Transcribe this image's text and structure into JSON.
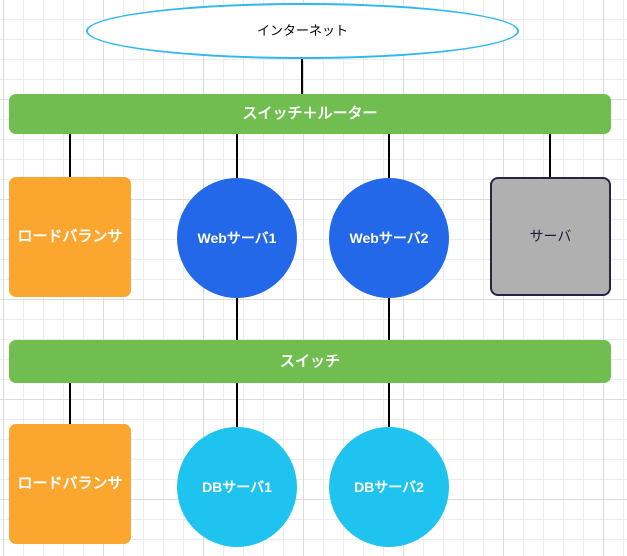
{
  "diagram": {
    "nodes": {
      "internet": {
        "label": "インターネット",
        "shape": "ellipse"
      },
      "switch_router": {
        "label": "スイッチ＋ルーター",
        "shape": "bar"
      },
      "load_balancer_top": {
        "label": "ロードバランサ",
        "shape": "square"
      },
      "web_server_1": {
        "label": "Webサーバ1",
        "shape": "circle"
      },
      "web_server_2": {
        "label": "Webサーバ2",
        "shape": "circle"
      },
      "server": {
        "label": "サーバ",
        "shape": "square"
      },
      "switch": {
        "label": "スイッチ",
        "shape": "bar"
      },
      "load_balancer_bottom": {
        "label": "ロードバランサ",
        "shape": "square"
      },
      "db_server_1": {
        "label": "DBサーバ1",
        "shape": "circle"
      },
      "db_server_2": {
        "label": "DBサーバ2",
        "shape": "circle"
      }
    },
    "colors": {
      "bar_green": "#6fbe4f",
      "node_orange": "#fba62f",
      "node_blue": "#2268e8",
      "node_cyan": "#1fc3f0",
      "ellipse_stroke": "#2fb8f0",
      "server_fill": "#b0b0b0",
      "server_stroke": "#272448",
      "connector": "#000000",
      "grid_minor": "#ececec",
      "grid_major": "#dcdcdc"
    }
  }
}
